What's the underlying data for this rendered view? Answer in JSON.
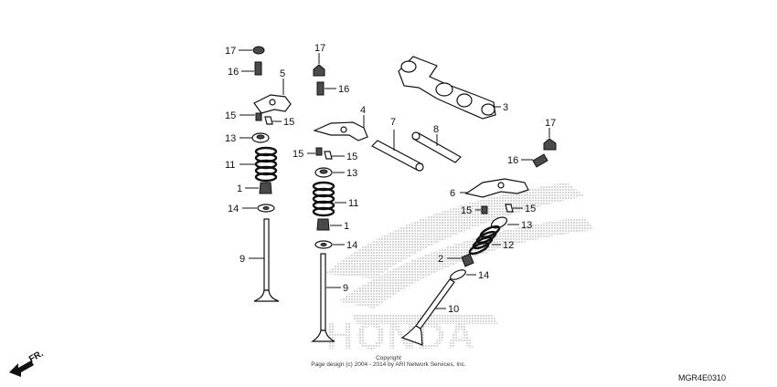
{
  "callouts": {
    "c17a": "17",
    "c16a": "16",
    "c5": "5",
    "c15a": "15",
    "c15b": "15",
    "c13a": "13",
    "c11a": "11",
    "c1a": "1",
    "c14a": "14",
    "c9a": "9",
    "c17b": "17",
    "c16b": "16",
    "c4": "4",
    "c15c": "15",
    "c15d": "15",
    "c13b": "13",
    "c11b": "11",
    "c1b": "1",
    "c14b": "14",
    "c9b": "9",
    "c7": "7",
    "c8": "8",
    "c3": "3",
    "c17c": "17",
    "c16c": "16",
    "c6": "6",
    "c15e": "15",
    "c15f": "15",
    "c13c": "13",
    "c12": "12",
    "c2": "2",
    "c14c": "14",
    "c10": "10"
  },
  "watermark": {
    "brand": "HONDA"
  },
  "footer": {
    "copyright_line1": "Copyright",
    "copyright_line2": "Page design (c) 2004 - 2014 by ARI Network Services, Inc.",
    "diagram_code": "MGR4E0310"
  },
  "direction": {
    "label": "FR."
  }
}
